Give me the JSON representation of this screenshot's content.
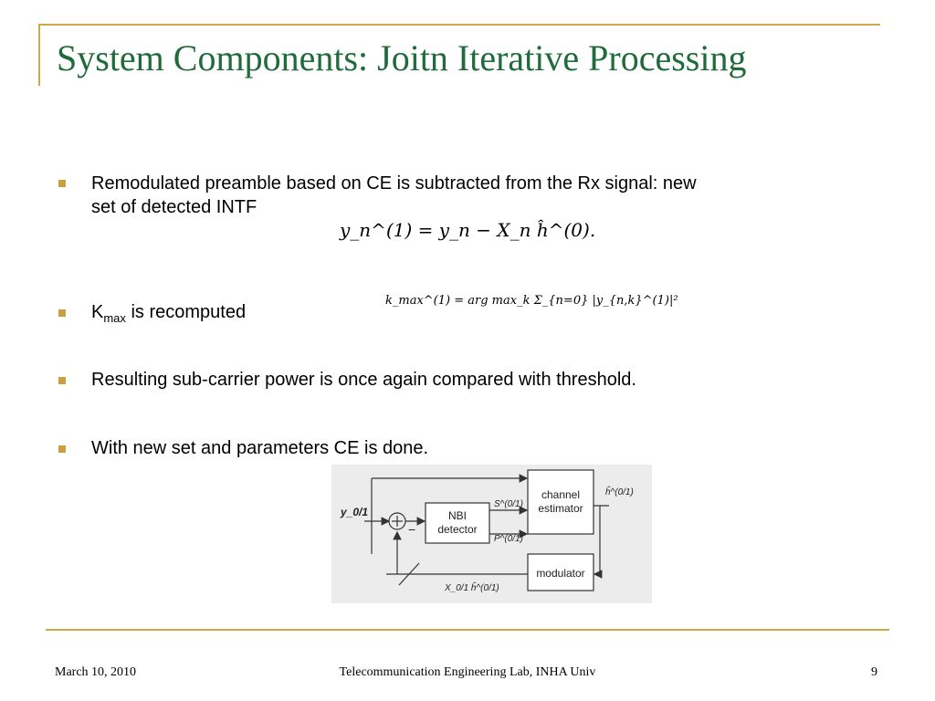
{
  "slide": {
    "title": "System Components: Joitn Iterative Processing",
    "bullets": [
      "Remodulated preamble based on CE is subtracted from the Rx signal: new",
      "set of detected INTF",
      "K",
      "max",
      "is recomputed",
      "Resulting sub-carrier power is once again compared with threshold.",
      "With new set and parameters CE is done."
    ],
    "formulas": {
      "f1": "y_n^(1) = y_n − X_n ĥ^(0).",
      "f2": "k_max^(1) = arg max_k Σ_{n=0} |y_{n,k}^(1)|²"
    },
    "diagram": {
      "input": "y_0/1",
      "nbi_1": "NBI",
      "nbi_2": "detector",
      "s_label": "S^(0/1)",
      "p_label": "P^(0/1)",
      "ce_1": "channel",
      "ce_2": "estimator",
      "h_out": "ĥ^(0/1)",
      "modulator": "modulator",
      "x_label": "X_0/1 ĥ^(0/1)",
      "minus": "−"
    }
  },
  "footer": {
    "date": "March 10, 2010",
    "center": "Telecommunication Engineering Lab, INHA Univ",
    "page": "9"
  },
  "colors": {
    "title": "#1f6b3a",
    "accent": "#cfa84a",
    "bullet": "#c8a040",
    "diagram_bg": "#ececec"
  }
}
